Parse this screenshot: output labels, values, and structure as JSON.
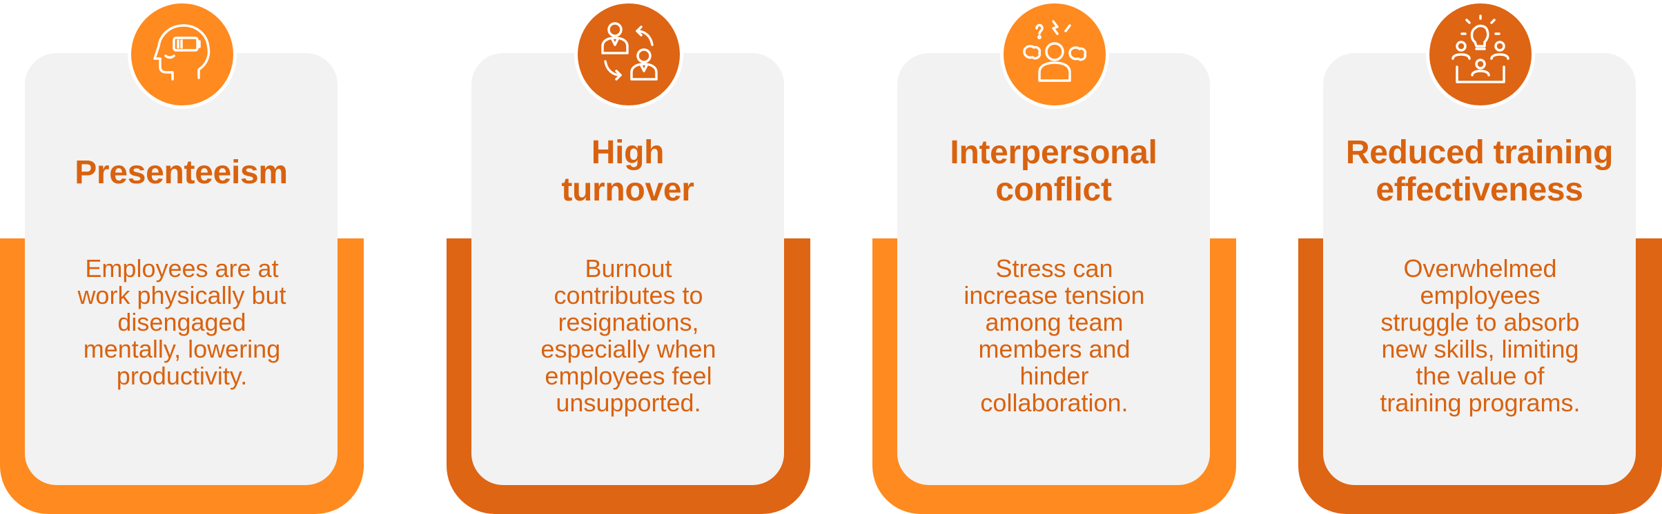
{
  "colors": {
    "orange_light": "#ff8a1f",
    "orange_dark": "#dd6514",
    "panel": "#f2f2f2",
    "text": "#d9620f"
  },
  "cards": [
    {
      "icon": "head-battery-icon",
      "title": "Presenteeism",
      "description": "Employees are at\nwork physically but\ndisengaged\nmentally, lowering\nproductivity."
    },
    {
      "icon": "people-exchange-icon",
      "title": "High\nturnover",
      "description": "Burnout\ncontributes to\nresignations,\nespecially when\nemployees feel\nunsupported."
    },
    {
      "icon": "stressed-person-icon",
      "title": "Interpersonal\nconflict",
      "description": "Stress can\nincrease tension\namong team\nmembers and\nhinder\ncollaboration."
    },
    {
      "icon": "training-lightbulb-icon",
      "title": "Reduced training\neffectiveness",
      "description": "Overwhelmed\nemployees\nstruggle to absorb\nnew skills, limiting\nthe value of\ntraining programs."
    }
  ]
}
